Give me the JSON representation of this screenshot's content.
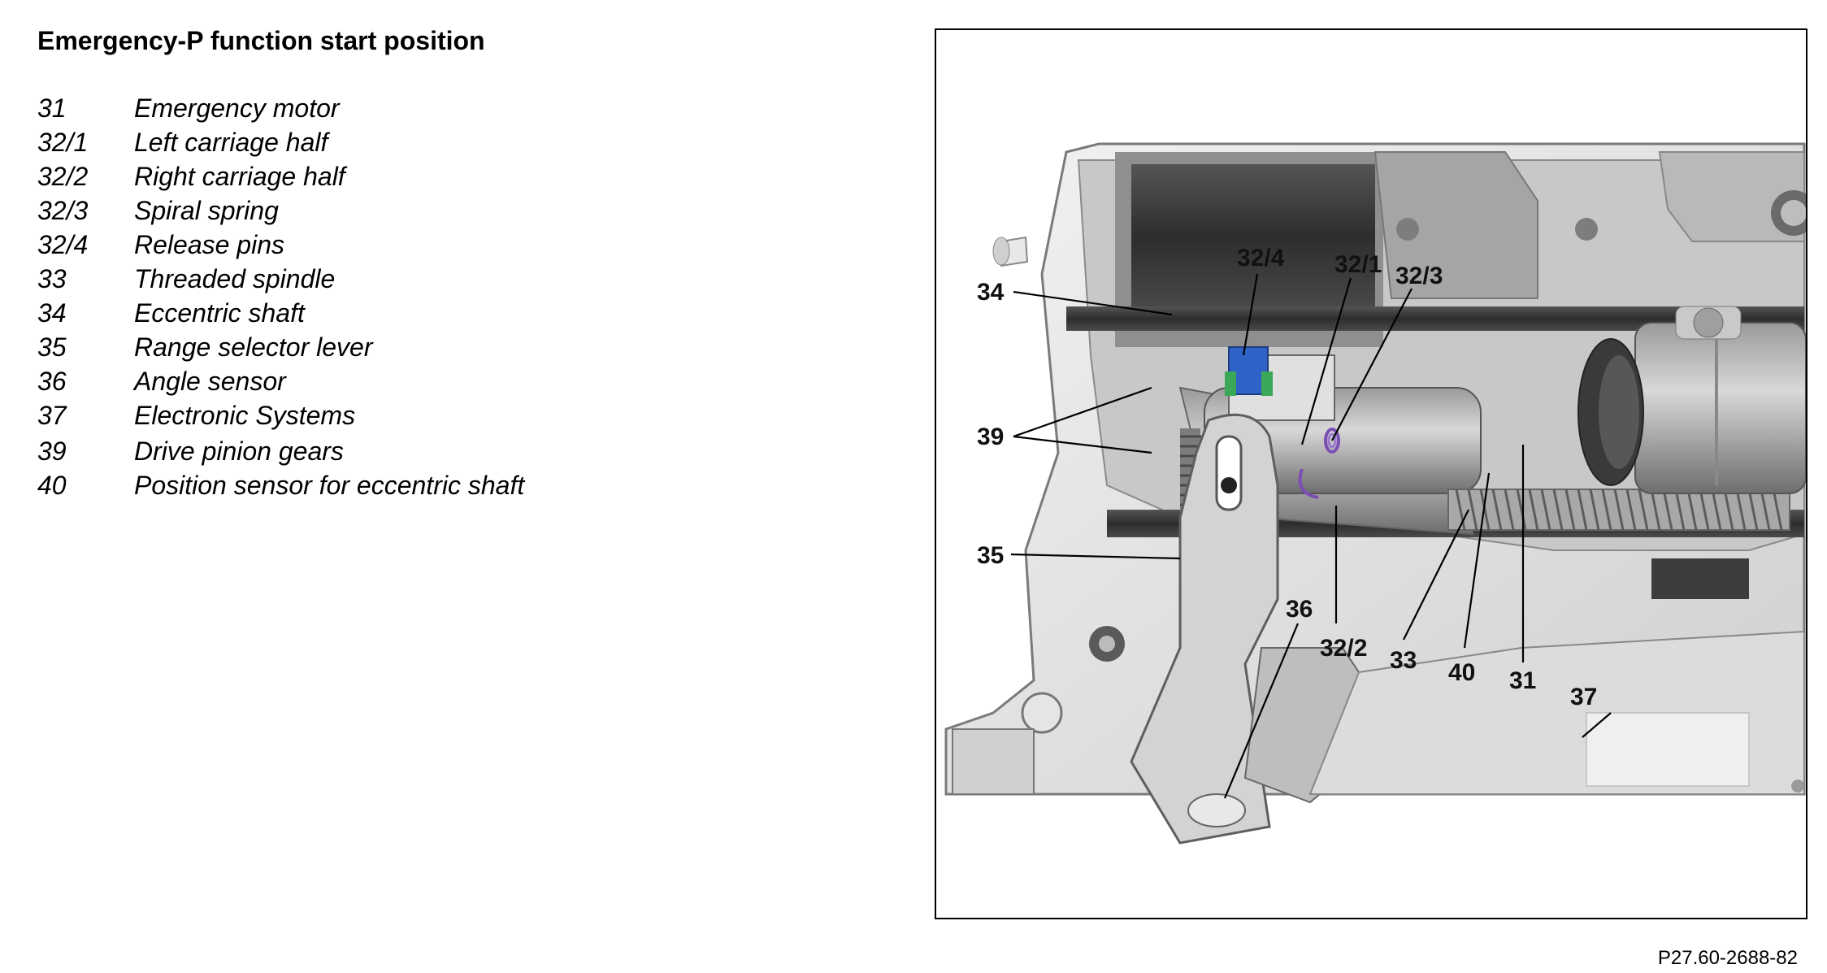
{
  "title": "Emergency-P function start position",
  "legend": [
    {
      "num": "31",
      "desc": "Emergency motor"
    },
    {
      "num": "32/1",
      "desc": "Left carriage half"
    },
    {
      "num": "32/2",
      "desc": "Right carriage half"
    },
    {
      "num": "32/3",
      "desc": "Spiral spring"
    },
    {
      "num": "32/4",
      "desc": "Release pins"
    },
    {
      "num": "33",
      "desc": "Threaded spindle"
    },
    {
      "num": "34",
      "desc": "Eccentric shaft"
    },
    {
      "num": "35",
      "desc": "Range selector lever"
    },
    {
      "num": "36",
      "desc": "Angle sensor"
    },
    {
      "num": "37",
      "desc": "Electronic Systems"
    },
    {
      "num": "39",
      "desc": "Drive pinion gears"
    },
    {
      "num": "40",
      "desc": "Position sensor for eccentric shaft"
    }
  ],
  "callouts": {
    "c34": "34",
    "c32_4": "32/4",
    "c32_1": "32/1",
    "c32_3": "32/3",
    "c39": "39",
    "c35": "35",
    "c36": "36",
    "c32_2": "32/2",
    "c33": "33",
    "c40": "40",
    "c31": "31",
    "c37": "37"
  },
  "reference": "P27.60-2688-82"
}
